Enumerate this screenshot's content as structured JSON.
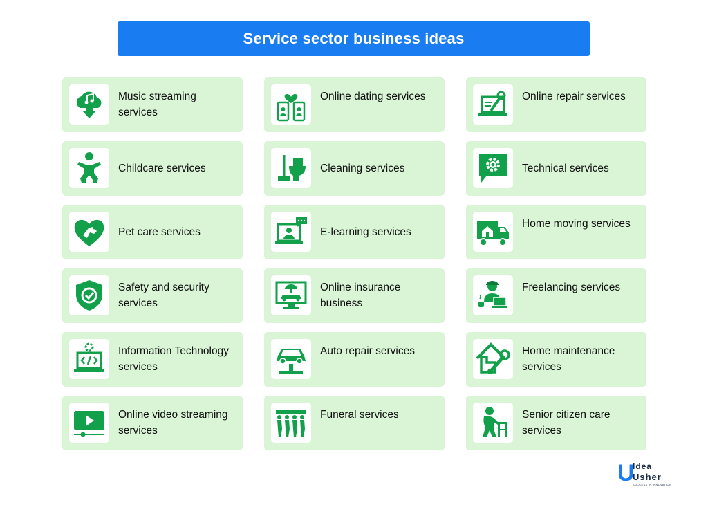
{
  "title": "Service sector business ideas",
  "colors": {
    "accent": "#1a7cf1",
    "card": "#d9f5d6",
    "icon": "#12a14a"
  },
  "cards": [
    {
      "label": "Music streaming services",
      "icon": "cloud-music-icon"
    },
    {
      "label": "Online dating services",
      "icon": "heart-phones-icon"
    },
    {
      "label": "Online repair services",
      "icon": "laptop-wrench-icon"
    },
    {
      "label": "Childcare services",
      "icon": "child-icon"
    },
    {
      "label": "Cleaning services",
      "icon": "toilet-broom-icon"
    },
    {
      "label": "Technical services",
      "icon": "gear-chat-icon"
    },
    {
      "label": "Pet care services",
      "icon": "heart-paw-icon"
    },
    {
      "label": "E-learning services",
      "icon": "monitor-teacher-icon"
    },
    {
      "label": "Home moving services",
      "icon": "moving-truck-icon"
    },
    {
      "label": "Safety and security services",
      "icon": "shield-check-icon"
    },
    {
      "label": "Online insurance business",
      "icon": "monitor-car-umbrella-icon"
    },
    {
      "label": "Freelancing services",
      "icon": "person-laptop-icon"
    },
    {
      "label": "Information Technology services",
      "icon": "laptop-code-icon"
    },
    {
      "label": "Auto repair services",
      "icon": "car-lift-icon"
    },
    {
      "label": "Home maintenance services",
      "icon": "house-wrench-icon"
    },
    {
      "label": "Online video streaming services",
      "icon": "play-screen-icon"
    },
    {
      "label": "Funeral services",
      "icon": "pallbearers-icon"
    },
    {
      "label": "Senior citizen care services",
      "icon": "elder-walker-icon"
    }
  ],
  "logo": {
    "letter": "U",
    "line1": "Idea",
    "line2": "Usher",
    "tagline": "SUCCESS IN INNOVATION"
  }
}
